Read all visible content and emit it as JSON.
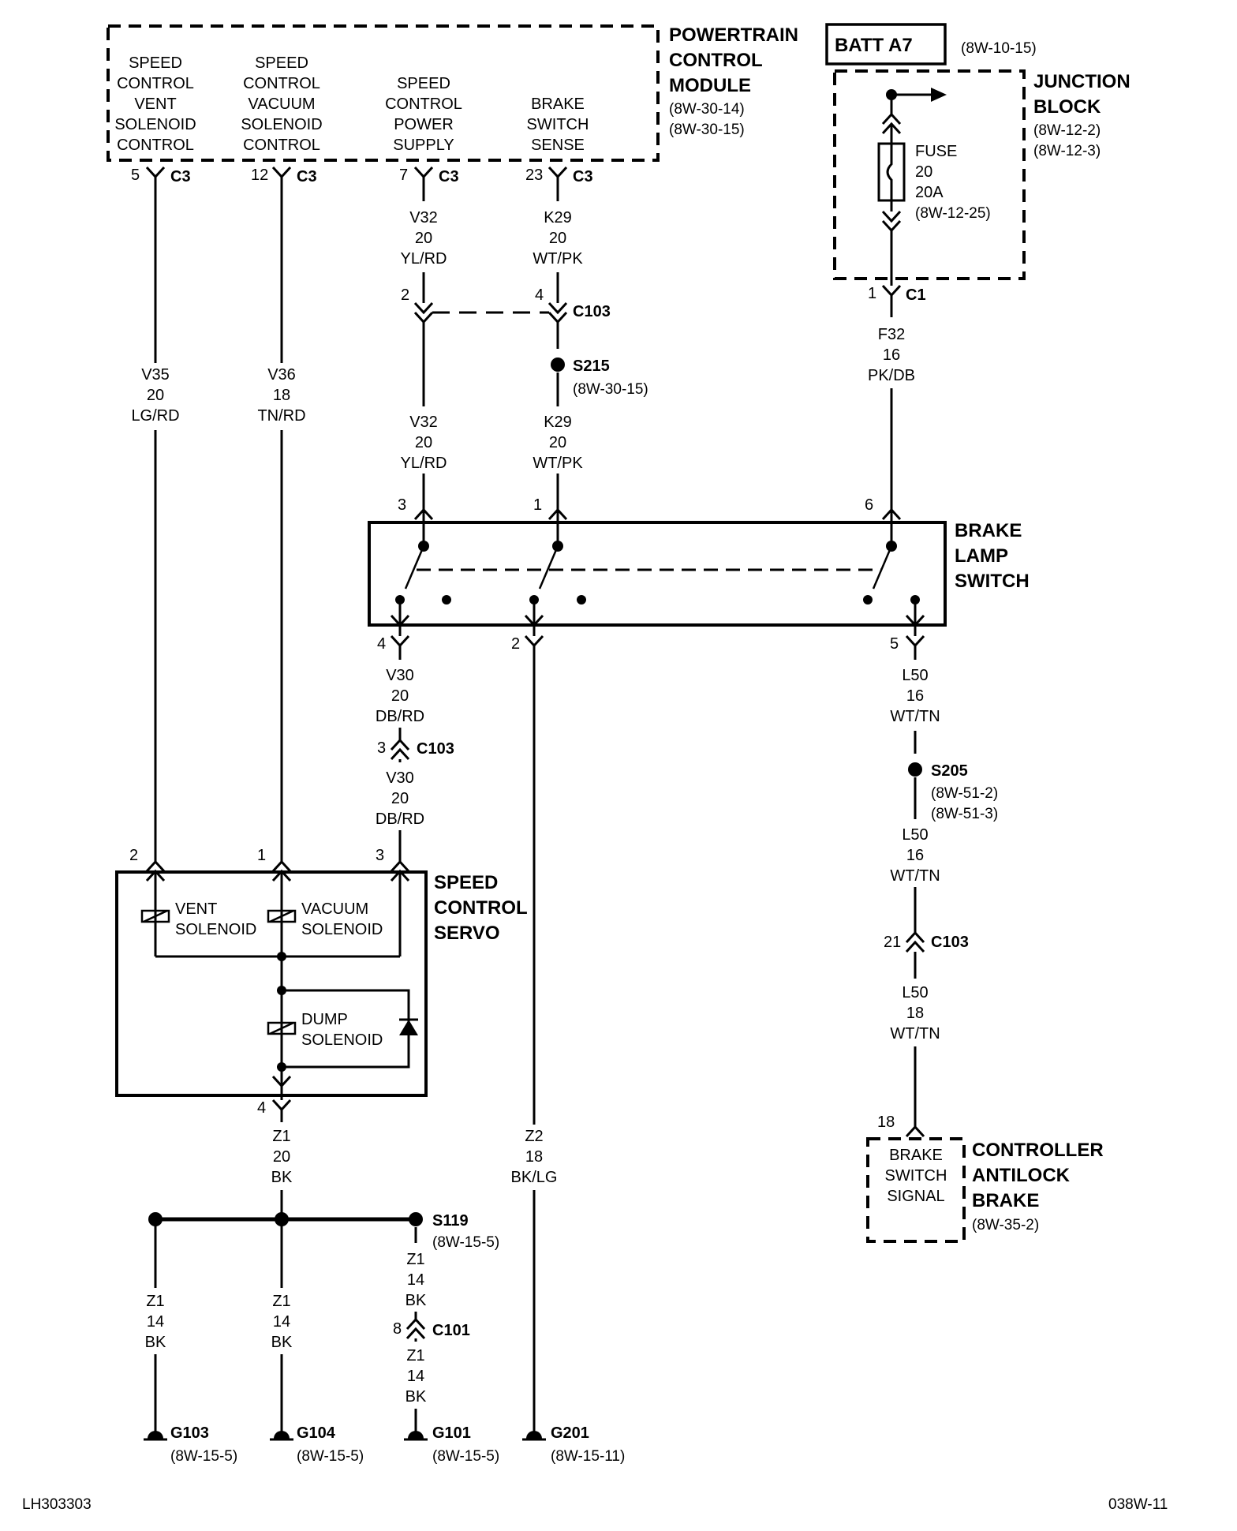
{
  "pcm": {
    "c1": [
      "SPEED",
      "CONTROL",
      "VENT",
      "SOLENOID",
      "CONTROL"
    ],
    "c2": [
      "SPEED",
      "CONTROL",
      "VACUUM",
      "SOLENOID",
      "CONTROL"
    ],
    "c3": [
      "SPEED",
      "CONTROL",
      "POWER",
      "SUPPLY"
    ],
    "c4": [
      "BRAKE",
      "SWITCH",
      "SENSE"
    ],
    "title": [
      "POWERTRAIN",
      "CONTROL",
      "MODULE"
    ],
    "refs": [
      "(8W-30-14)",
      "(8W-30-15)"
    ]
  },
  "batt": {
    "label": "BATT A7",
    "ref": "(8W-10-15)"
  },
  "jb": {
    "title": [
      "JUNCTION",
      "BLOCK"
    ],
    "refs": [
      "(8W-12-2)",
      "(8W-12-3)"
    ],
    "fuse": [
      "FUSE",
      "20",
      "20A",
      "(8W-12-25)"
    ]
  },
  "conn": {
    "c3": "C3",
    "c1": "C1",
    "c103": "C103",
    "c101": "C101"
  },
  "pins": {
    "p5": "5",
    "p12": "12",
    "p7": "7",
    "p23": "23",
    "p2": "2",
    "p4": "4",
    "p1": "1",
    "p3": "3",
    "p6": "6",
    "p21": "21",
    "p18": "18",
    "p8": "8"
  },
  "wires": {
    "v35": [
      "V35",
      "20",
      "LG/RD"
    ],
    "v36": [
      "V36",
      "18",
      "TN/RD"
    ],
    "v32": [
      "V32",
      "20",
      "YL/RD"
    ],
    "k29": [
      "K29",
      "20",
      "WT/PK"
    ],
    "f32": [
      "F32",
      "16",
      "PK/DB"
    ],
    "v30": [
      "V30",
      "20",
      "DB/RD"
    ],
    "l50a": [
      "L50",
      "16",
      "WT/TN"
    ],
    "l50b": [
      "L50",
      "18",
      "WT/TN"
    ],
    "z1a": [
      "Z1",
      "20",
      "BK"
    ],
    "z1b": [
      "Z1",
      "14",
      "BK"
    ],
    "z2": [
      "Z2",
      "18",
      "BK/LG"
    ]
  },
  "splices": {
    "s215": "S215",
    "s215ref": "(8W-30-15)",
    "s205": "S205",
    "s205refs": [
      "(8W-51-2)",
      "(8W-51-3)"
    ],
    "s119": "S119",
    "s119ref": "(8W-15-5)"
  },
  "bls": {
    "title": [
      "BRAKE",
      "LAMP",
      "SWITCH"
    ]
  },
  "servo": {
    "title": [
      "SPEED",
      "CONTROL",
      "SERVO"
    ],
    "vent": [
      "VENT",
      "SOLENOID"
    ],
    "vac": [
      "VACUUM",
      "SOLENOID"
    ],
    "dump": [
      "DUMP",
      "SOLENOID"
    ]
  },
  "cab": {
    "title": [
      "CONTROLLER",
      "ANTILOCK",
      "BRAKE"
    ],
    "ref": "(8W-35-2)",
    "inner": [
      "BRAKE",
      "SWITCH",
      "SIGNAL"
    ]
  },
  "grounds": {
    "g103": "G103",
    "g104": "G104",
    "g101": "G101",
    "g201": "G201",
    "ref5": "(8W-15-5)",
    "ref11": "(8W-15-11)"
  },
  "footer": {
    "left": "LH303303",
    "right": "038W-11"
  }
}
